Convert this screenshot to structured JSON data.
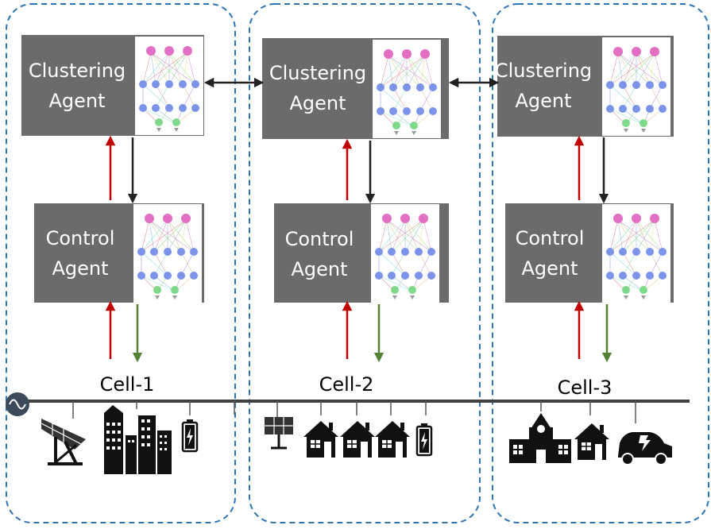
{
  "colors": {
    "boundary": "#2e74b5",
    "agent_box": "#6b6b6b",
    "up_arrow": "#c00000",
    "down_arrow_control": "#222222",
    "down_arrow_grid": "#548235",
    "bus": "#404040",
    "icons": "#111111"
  },
  "cells": [
    {
      "label": "Cell-1",
      "clustering_agent": [
        "Clustering",
        "Agent"
      ],
      "control_agent": [
        "Control",
        "Agent"
      ],
      "assets": [
        "solar-panel-icon",
        "city-buildings-icon",
        "battery-icon"
      ]
    },
    {
      "label": "Cell-2",
      "clustering_agent": [
        "Clustering",
        "Agent"
      ],
      "control_agent": [
        "Control",
        "Agent"
      ],
      "assets": [
        "solar-panel-icon",
        "house-icon",
        "house-icon",
        "house-icon",
        "battery-icon"
      ]
    },
    {
      "label": "Cell-3",
      "clustering_agent": [
        "Clustering",
        "Agent"
      ],
      "control_agent": [
        "Control",
        "Agent"
      ],
      "assets": [
        "school-icon",
        "house-icon",
        "electric-car-icon"
      ]
    }
  ],
  "grid_source_icon": "ac-source-icon"
}
